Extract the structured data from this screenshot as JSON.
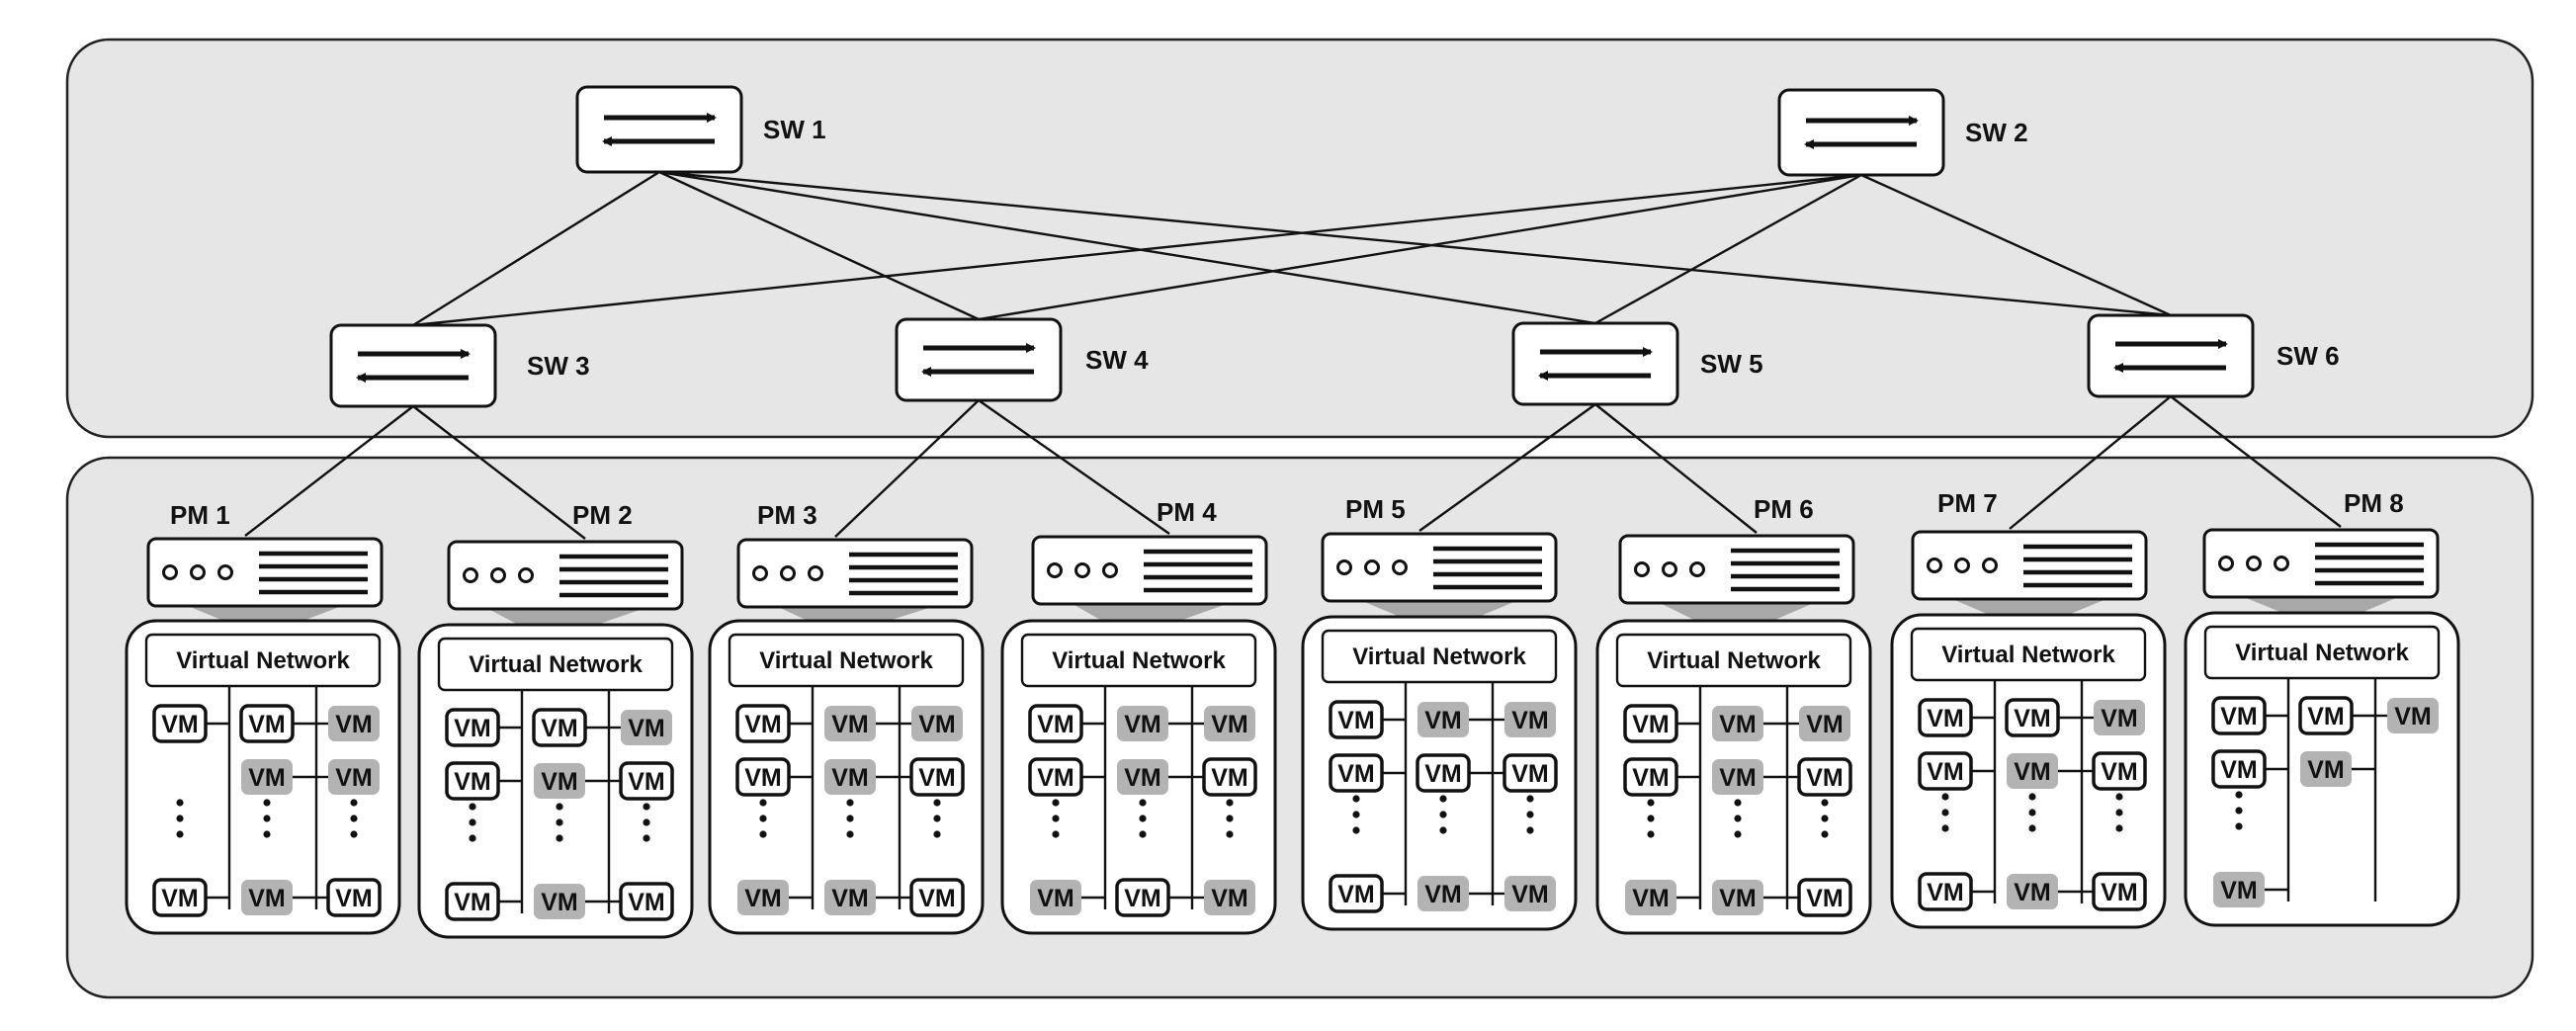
{
  "switches": {
    "core": [
      {
        "id": "sw1",
        "label": "SW 1"
      },
      {
        "id": "sw2",
        "label": "SW 2"
      }
    ],
    "aggregation": [
      {
        "id": "sw3",
        "label": "SW 3"
      },
      {
        "id": "sw4",
        "label": "SW 4"
      },
      {
        "id": "sw5",
        "label": "SW 5"
      },
      {
        "id": "sw6",
        "label": "SW 6"
      }
    ]
  },
  "links": [
    [
      "sw1",
      "sw3"
    ],
    [
      "sw1",
      "sw4"
    ],
    [
      "sw1",
      "sw5"
    ],
    [
      "sw1",
      "sw6"
    ],
    [
      "sw2",
      "sw3"
    ],
    [
      "sw2",
      "sw4"
    ],
    [
      "sw2",
      "sw5"
    ],
    [
      "sw2",
      "sw6"
    ]
  ],
  "machines": [
    {
      "label": "PM 1",
      "uplink": "sw3",
      "network_label": "Virtual Network",
      "columns": [
        [
          "active",
          "dots",
          "active"
        ],
        [
          "active",
          "idle",
          "dots",
          "idle"
        ],
        [
          "idle",
          "idle",
          "dots",
          "active"
        ]
      ]
    },
    {
      "label": "PM 2",
      "uplink": "sw3",
      "network_label": "Virtual Network",
      "columns": [
        [
          "active",
          "active",
          "dots",
          "active"
        ],
        [
          "active",
          "idle",
          "dots",
          "idle"
        ],
        [
          "idle",
          "active",
          "dots",
          "active"
        ]
      ]
    },
    {
      "label": "PM 3",
      "uplink": "sw4",
      "network_label": "Virtual Network",
      "columns": [
        [
          "active",
          "active",
          "dots",
          "idle"
        ],
        [
          "idle",
          "idle",
          "dots",
          "idle"
        ],
        [
          "idle",
          "active",
          "dots",
          "active"
        ]
      ]
    },
    {
      "label": "PM 4",
      "uplink": "sw4",
      "network_label": "Virtual Network",
      "columns": [
        [
          "active",
          "active",
          "dots",
          "idle"
        ],
        [
          "idle",
          "idle",
          "dots",
          "active"
        ],
        [
          "idle",
          "active",
          "dots",
          "idle"
        ]
      ]
    },
    {
      "label": "PM 5",
      "uplink": "sw5",
      "network_label": "Virtual Network",
      "columns": [
        [
          "active",
          "active",
          "dots",
          "active"
        ],
        [
          "idle",
          "active",
          "dots",
          "idle"
        ],
        [
          "idle",
          "active",
          "dots",
          "idle"
        ]
      ]
    },
    {
      "label": "PM 6",
      "uplink": "sw5",
      "network_label": "Virtual Network",
      "columns": [
        [
          "active",
          "active",
          "dots",
          "idle"
        ],
        [
          "idle",
          "idle",
          "dots",
          "idle"
        ],
        [
          "idle",
          "active",
          "dots",
          "active"
        ]
      ]
    },
    {
      "label": "PM 7",
      "uplink": "sw6",
      "network_label": "Virtual Network",
      "columns": [
        [
          "active",
          "active",
          "dots",
          "active"
        ],
        [
          "active",
          "idle",
          "dots",
          "idle"
        ],
        [
          "idle",
          "active",
          "dots",
          "active"
        ]
      ]
    },
    {
      "label": "PM 8",
      "uplink": "sw6",
      "network_label": "Virtual Network",
      "columns": [
        [
          "active",
          "active",
          "dots",
          "idle"
        ],
        [
          "active",
          "idle"
        ],
        [
          "idle"
        ]
      ]
    }
  ],
  "vm_label": "VM",
  "colors": {
    "region_fill": "#e6e6e6",
    "active_vm_fill": "#ffffff",
    "idle_vm_fill": "#b3b3b3",
    "stroke": "#111111"
  }
}
